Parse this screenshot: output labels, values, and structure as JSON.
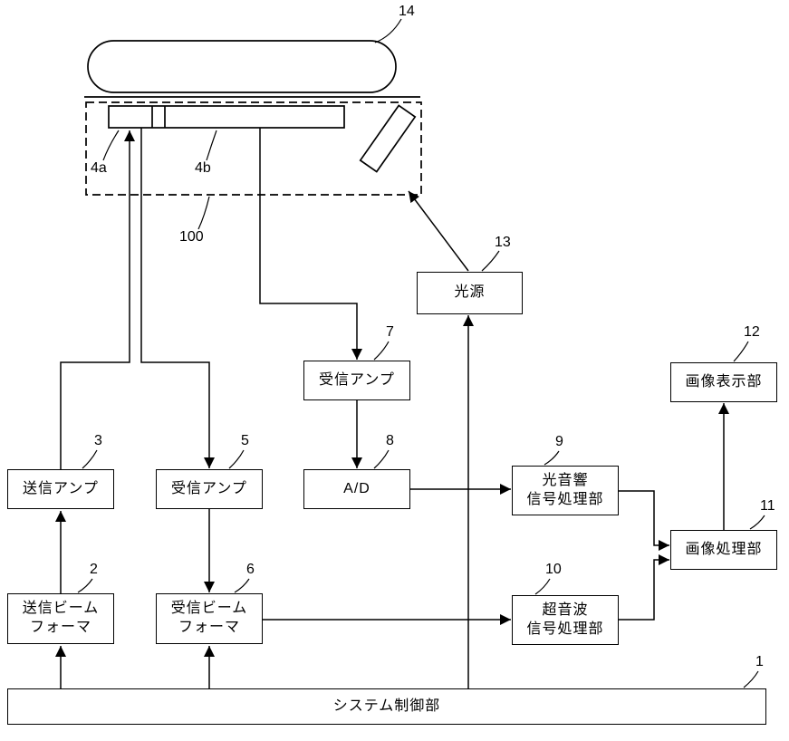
{
  "diagram": {
    "blocks": {
      "system_controller": {
        "ref": "1",
        "label": "システム制御部"
      },
      "transmit_beamformer": {
        "ref": "2",
        "label": "送信ビーム\nフォーマ"
      },
      "transmit_amp": {
        "ref": "3",
        "label": "送信アンプ"
      },
      "receive_amp_main": {
        "ref": "5",
        "label": "受信アンプ"
      },
      "receive_beamformer": {
        "ref": "6",
        "label": "受信ビーム\nフォーマ"
      },
      "receive_amp_pa": {
        "ref": "7",
        "label": "受信アンプ"
      },
      "ad_converter": {
        "ref": "8",
        "label": "A/D"
      },
      "photoacoustic_processor": {
        "ref": "9",
        "label": "光音響\n信号処理部"
      },
      "ultrasound_processor": {
        "ref": "10",
        "label": "超音波\n信号処理部"
      },
      "image_processor": {
        "ref": "11",
        "label": "画像処理部"
      },
      "image_display": {
        "ref": "12",
        "label": "画像表示部"
      },
      "light_source": {
        "ref": "13",
        "label": "光源"
      }
    },
    "annotations": {
      "body": "14",
      "probe_unit": "100",
      "element_a": "4a",
      "element_b": "4b"
    }
  }
}
